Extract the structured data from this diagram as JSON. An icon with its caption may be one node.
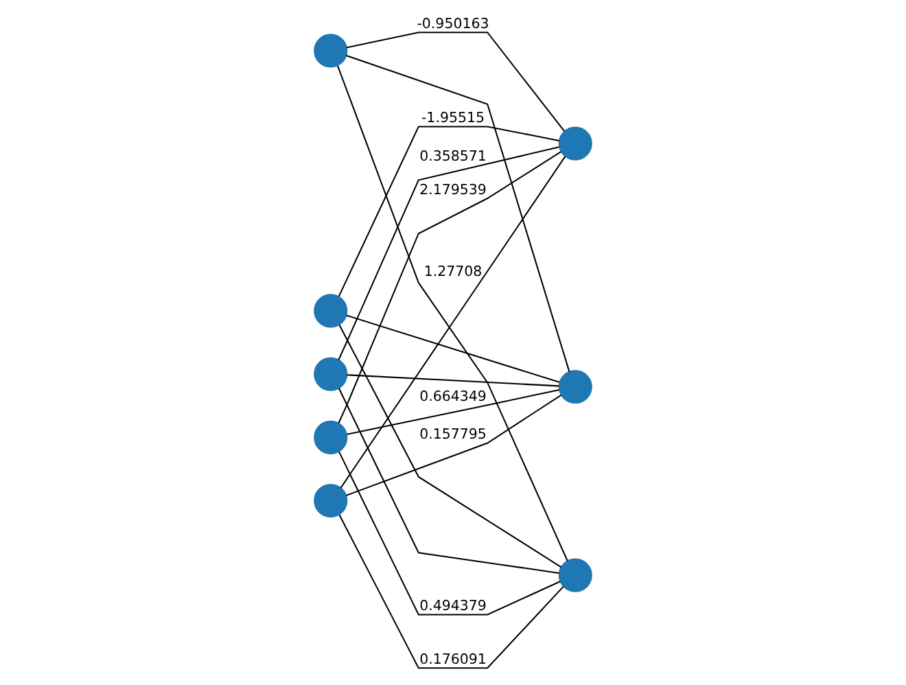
{
  "diagram": {
    "nodes": [
      {
        "text": [],
        "shape": "circle"
      },
      {
        "text": [],
        "shape": "circle"
      },
      {
        "text": [],
        "shape": "circle"
      },
      {
        "text": [],
        "shape": "circle"
      },
      {
        "text": [],
        "shape": "circle"
      },
      {
        "text": [],
        "shape": "circle"
      },
      {
        "text": [],
        "shape": "circle"
      },
      {
        "text": [],
        "shape": "circle"
      }
    ],
    "edges": [
      {
        "from": 0,
        "to": 5,
        "arrow": "none",
        "label": "-0.950163"
      },
      {
        "from": 0,
        "to": 6,
        "arrow": "none"
      },
      {
        "from": 0,
        "to": 7,
        "arrow": "none"
      },
      {
        "from": 1,
        "to": 5,
        "arrow": "none",
        "label": "0.358571"
      },
      {
        "from": 1,
        "to": 6,
        "arrow": "none"
      },
      {
        "from": 1,
        "to": 7,
        "arrow": "none"
      },
      {
        "from": 2,
        "to": 5,
        "arrow": "none",
        "label": "-1.95515"
      },
      {
        "from": 2,
        "to": 6,
        "arrow": "none"
      },
      {
        "from": 2,
        "to": 7,
        "arrow": "none"
      },
      {
        "from": 3,
        "to": 5,
        "arrow": "none",
        "label": "1.27708"
      },
      {
        "from": 3,
        "to": 6,
        "arrow": "none",
        "label": "0.157795"
      },
      {
        "from": 3,
        "to": 7,
        "arrow": "none",
        "label": "0.176091"
      },
      {
        "from": 4,
        "to": 5,
        "arrow": "none",
        "label": "2.179539"
      },
      {
        "from": 4,
        "to": 6,
        "arrow": "none",
        "label": "0.664349"
      },
      {
        "from": 4,
        "to": 7,
        "arrow": "none",
        "label": "0.494379"
      }
    ]
  }
}
